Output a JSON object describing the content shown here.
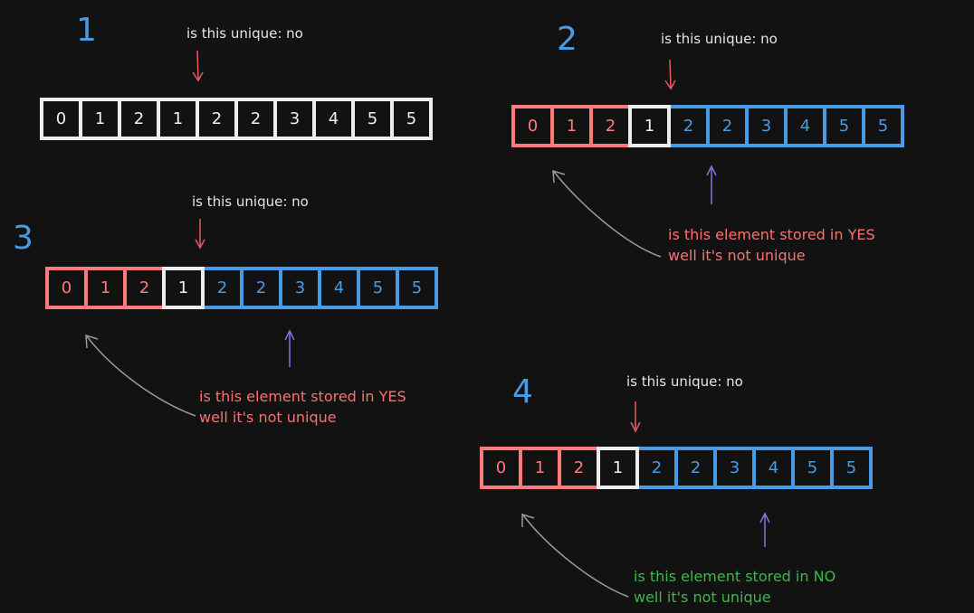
{
  "steps": [
    {
      "number": "1",
      "question": "is this unique: no",
      "cells": [
        {
          "v": "0",
          "c": "white"
        },
        {
          "v": "1",
          "c": "white"
        },
        {
          "v": "2",
          "c": "white"
        },
        {
          "v": "1",
          "c": "white"
        },
        {
          "v": "2",
          "c": "white"
        },
        {
          "v": "2",
          "c": "white"
        },
        {
          "v": "3",
          "c": "white"
        },
        {
          "v": "4",
          "c": "white"
        },
        {
          "v": "5",
          "c": "white"
        },
        {
          "v": "5",
          "c": "white"
        }
      ]
    },
    {
      "number": "2",
      "question": "is this unique: no",
      "cells": [
        {
          "v": "0",
          "c": "red"
        },
        {
          "v": "1",
          "c": "red"
        },
        {
          "v": "2",
          "c": "red"
        },
        {
          "v": "1",
          "c": "white"
        },
        {
          "v": "2",
          "c": "blue"
        },
        {
          "v": "2",
          "c": "blue"
        },
        {
          "v": "3",
          "c": "blue"
        },
        {
          "v": "4",
          "c": "blue"
        },
        {
          "v": "5",
          "c": "blue"
        },
        {
          "v": "5",
          "c": "blue"
        }
      ],
      "note_line1": "is this element stored in YES",
      "note_line2": "well it's not unique"
    },
    {
      "number": "3",
      "question": "is this unique: no",
      "cells": [
        {
          "v": "0",
          "c": "red"
        },
        {
          "v": "1",
          "c": "red"
        },
        {
          "v": "2",
          "c": "red"
        },
        {
          "v": "1",
          "c": "white"
        },
        {
          "v": "2",
          "c": "blue"
        },
        {
          "v": "2",
          "c": "blue"
        },
        {
          "v": "3",
          "c": "blue"
        },
        {
          "v": "4",
          "c": "blue"
        },
        {
          "v": "5",
          "c": "blue"
        },
        {
          "v": "5",
          "c": "blue"
        }
      ],
      "note_line1": "is this element stored in YES",
      "note_line2": "well it's not unique"
    },
    {
      "number": "4",
      "question": "is this unique: no",
      "cells": [
        {
          "v": "0",
          "c": "red"
        },
        {
          "v": "1",
          "c": "red"
        },
        {
          "v": "2",
          "c": "red"
        },
        {
          "v": "1",
          "c": "white"
        },
        {
          "v": "2",
          "c": "blue"
        },
        {
          "v": "2",
          "c": "blue"
        },
        {
          "v": "3",
          "c": "blue"
        },
        {
          "v": "4",
          "c": "blue"
        },
        {
          "v": "5",
          "c": "blue"
        },
        {
          "v": "5",
          "c": "blue"
        }
      ],
      "note_line1": "is this element stored in NO",
      "note_line2": "well it's not unique"
    }
  ],
  "colors": {
    "background": "#121212",
    "seen": "#ff7b7b",
    "current": "#ececec",
    "remaining": "#4a9be6",
    "question_arrow": "#e85a5a",
    "pointer_arrow": "#8a6fe6",
    "curved_arrow": "#9a9a9a",
    "note_yes": "#ff6f6f",
    "note_no": "#3fb64a"
  }
}
